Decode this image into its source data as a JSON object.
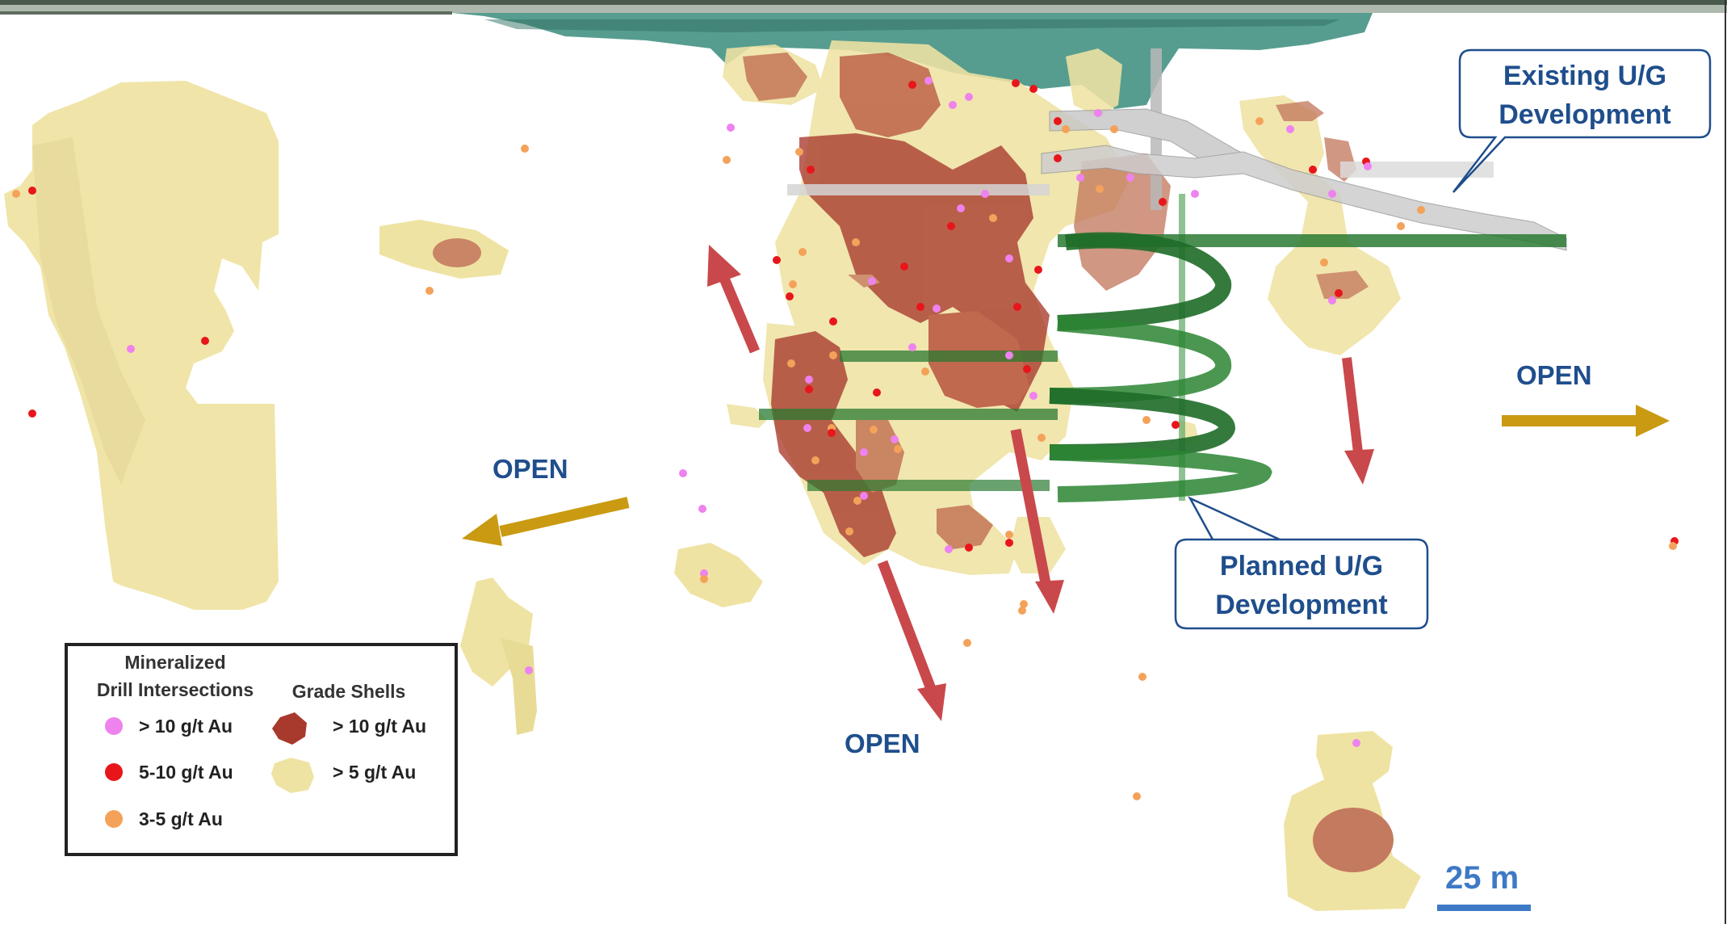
{
  "title": "Mineralized long section with grade shells and U/G development",
  "colors": {
    "label_blue": "#1f4e8c",
    "scale_blue": "#3e79c6",
    "arrow_red": "#c9484b",
    "arrow_gold": "#c99a12",
    "pit_teal": "#3f8f80",
    "shell_high": "#a8392d",
    "shell_low": "#efe3a3",
    "existing_dev": "#c8c8c8",
    "planned_dev": "#2f7f37",
    "dot_pink": "#ee82ee",
    "dot_red": "#e8161b",
    "dot_orange": "#f4a25a"
  },
  "annotations": {
    "open_left": "OPEN",
    "open_right": "OPEN",
    "open_bottom": "OPEN",
    "existing_callout": [
      "Existing U/G",
      "Development"
    ],
    "planned_callout": [
      "Planned U/G",
      "Development"
    ]
  },
  "legend": {
    "drill_heading": [
      "Mineralized",
      "Drill Intersections"
    ],
    "shell_heading": "Grade Shells",
    "drill_items": [
      {
        "label": "> 10 g/t Au",
        "color": "#ee82ee"
      },
      {
        "label": "5-10 g/t Au",
        "color": "#e8161b"
      },
      {
        "label": "3-5 g/t Au",
        "color": "#f4a25a"
      }
    ],
    "shell_items": [
      {
        "label": "> 10 g/t Au",
        "color": "#a8392d"
      },
      {
        "label": "> 5 g/t Au",
        "color": "#efe3a3"
      }
    ]
  },
  "scale_bar": {
    "label": "25 m",
    "length_m": 25
  }
}
